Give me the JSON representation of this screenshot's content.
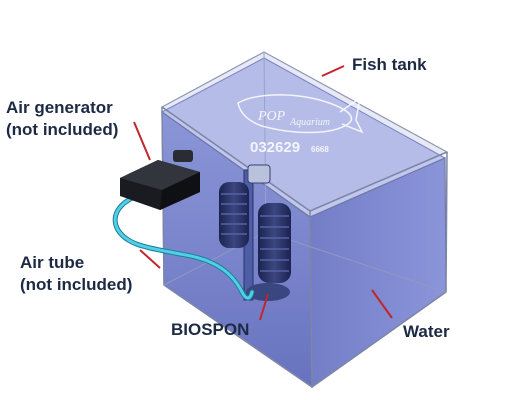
{
  "labels": {
    "fish_tank": "Fish tank",
    "air_generator_line1": "Air generator",
    "air_generator_line2": "(not included)",
    "air_tube_line1": "Air tube",
    "air_tube_line2": "(not included)",
    "biospon": "BIOSPON",
    "water": "Water"
  },
  "watermark": {
    "brand_pop": "POP",
    "brand_aquarium": "Aquarium",
    "phone_large": "032629",
    "phone_small": "6668"
  },
  "colors": {
    "arrow": "#c0262e",
    "label_text": "#1d2a44",
    "tank_edge": "#7d86a6",
    "water": "#5a68c0",
    "tube": "#3fc6de",
    "sponge": "#26305e",
    "air_pump": "#17181c"
  },
  "icons": [
    "fish-tank-icon",
    "air-pump-icon",
    "air-tube-icon",
    "sponge-filter-icon"
  ]
}
